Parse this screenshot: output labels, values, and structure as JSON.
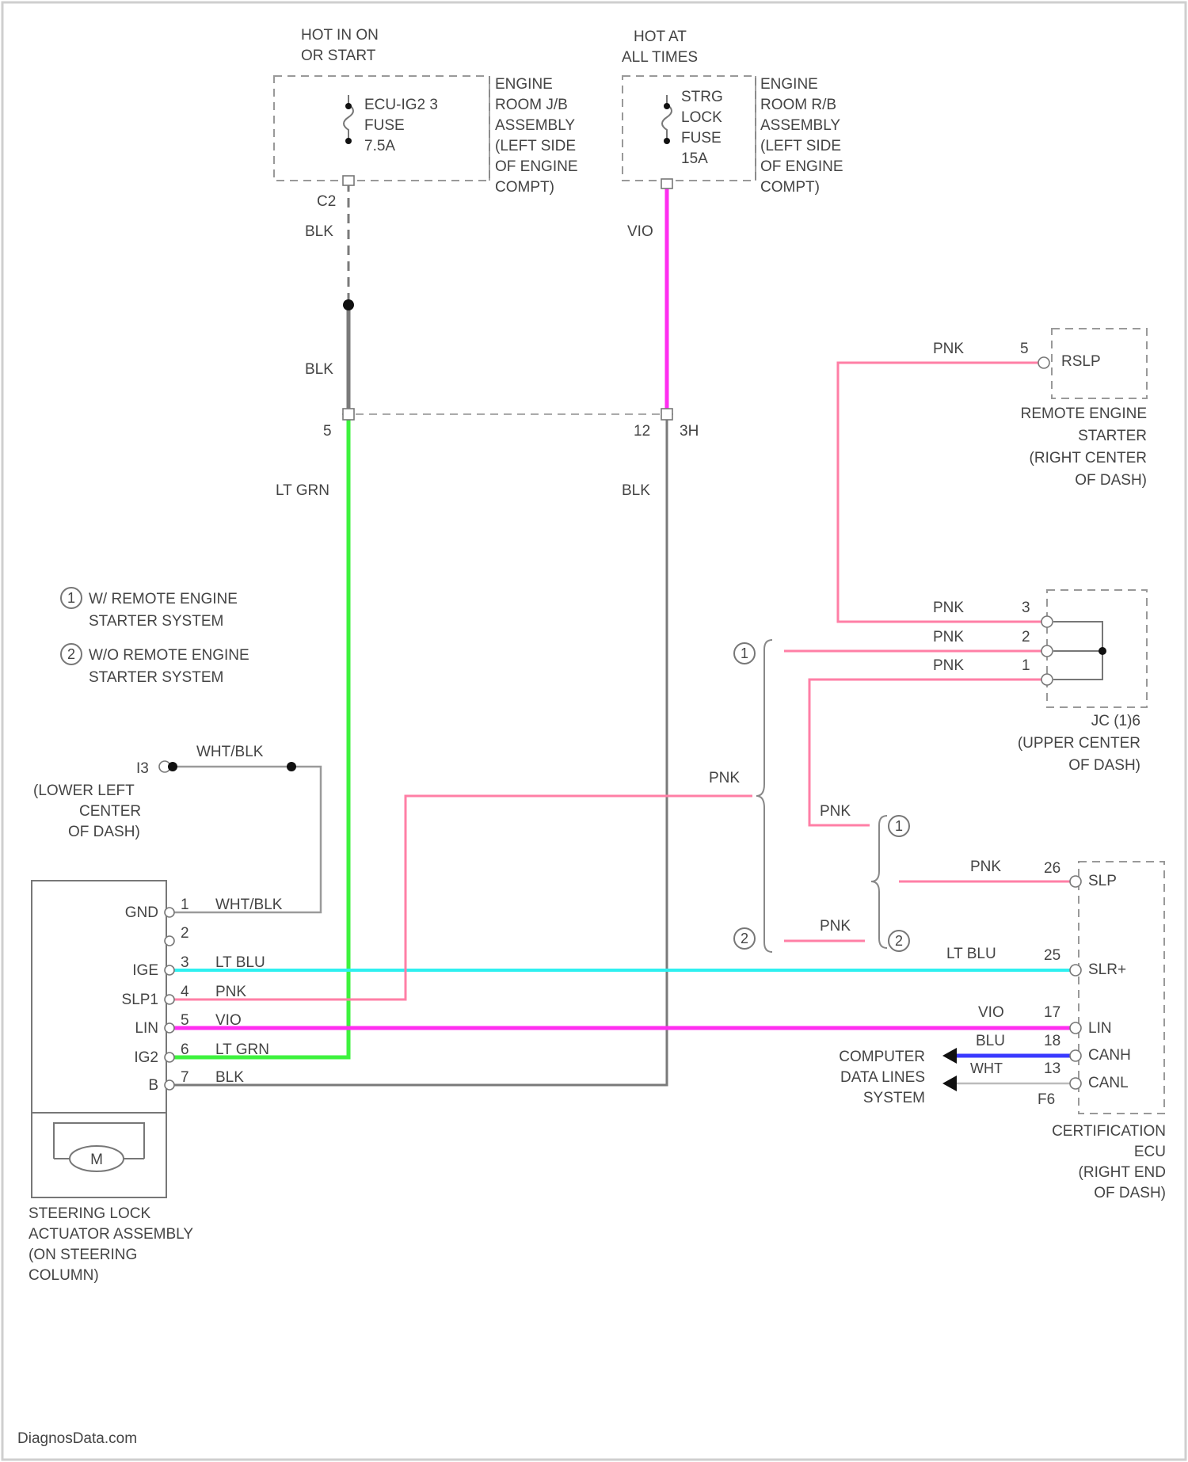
{
  "fuse_left": {
    "hot_line1": "HOT IN ON",
    "hot_line2": "OR START",
    "fuse_line1": "ECU-IG2 3",
    "fuse_line2": "FUSE",
    "fuse_line3": "7.5A",
    "box_line1": "ENGINE",
    "box_line2": "ROOM J/B",
    "box_line3": "ASSEMBLY",
    "box_line4": "(LEFT SIDE",
    "box_line5": "OF ENGINE",
    "box_line6": "COMPT)",
    "connector": "C2",
    "wire_upper": "BLK",
    "wire_lower": "BLK",
    "pin_at_junction": "5",
    "wire_after_junction": "LT GRN"
  },
  "fuse_right": {
    "hot_line1": "HOT AT",
    "hot_line2": "ALL TIMES",
    "fuse_line1": "STRG",
    "fuse_line2": "LOCK",
    "fuse_line3": "FUSE",
    "fuse_line4": "15A",
    "box_line1": "ENGINE",
    "box_line2": "ROOM R/B",
    "box_line3": "ASSEMBLY",
    "box_line4": "(LEFT SIDE",
    "box_line5": "OF ENGINE",
    "box_line6": "COMPT)",
    "wire": "VIO",
    "pin_at_junction": "12",
    "junction_label": "3H",
    "wire_after_junction": "BLK"
  },
  "remote_starter": {
    "wire": "PNK",
    "pin": "5",
    "term": "RSLP",
    "line1": "REMOTE ENGINE",
    "line2": "STARTER",
    "line3": "(RIGHT CENTER",
    "line4": "OF DASH)"
  },
  "legend": {
    "sym1": "1",
    "text1a": "W/ REMOTE ENGINE",
    "text1b": "STARTER SYSTEM",
    "sym2": "2",
    "text2a": "W/O REMOTE ENGINE",
    "text2b": "STARTER SYSTEM"
  },
  "jc": {
    "w3": "PNK",
    "p3": "3",
    "w2": "PNK",
    "p2": "2",
    "w1": "PNK",
    "p1": "1",
    "line1": "JC (1)6",
    "line2": "(UPPER CENTER",
    "line3": "OF DASH)"
  },
  "ground": {
    "id": "I3",
    "wire": "WHT/BLK",
    "line1": "(LOWER LEFT",
    "line2": "CENTER",
    "line3": "OF DASH)"
  },
  "options": {
    "sym_left_top": "1",
    "sym_left_bottom": "2",
    "sym_right_top": "1",
    "sym_right_bottom": "2",
    "pnk_main": "PNK",
    "pnk_right_top": "PNK",
    "pnk_right_mid": "PNK",
    "pnk_bottom": "PNK"
  },
  "actuator": {
    "terms": [
      "GND",
      "",
      "IGE",
      "SLP1",
      "LIN",
      "IG2",
      "B"
    ],
    "pins": [
      "1",
      "2",
      "3",
      "4",
      "5",
      "6",
      "7"
    ],
    "wires": [
      "WHT/BLK",
      "",
      "LT BLU",
      "PNK",
      "VIO",
      "LT GRN",
      "BLK"
    ],
    "motor": "M",
    "line1": "STEERING LOCK",
    "line2": "ACTUATOR ASSEMBLY",
    "line3": "(ON STEERING",
    "line4": "COLUMN)"
  },
  "cert_ecu": {
    "slp_pin": "26",
    "slp_term": "SLP",
    "slr_wire": "LT BLU",
    "slr_pin": "25",
    "slr_term": "SLR+",
    "lin_wire": "VIO",
    "lin_pin": "17",
    "lin_term": "LIN",
    "canh_wire": "BLU",
    "canh_pin": "18",
    "canh_term": "CANH",
    "canl_wire": "WHT",
    "canl_pin": "13",
    "canl_term": "CANL",
    "connector": "F6",
    "line1": "CERTIFICATION",
    "line2": "ECU",
    "line3": "(RIGHT END",
    "line4": "OF DASH)"
  },
  "data_lines": {
    "line1": "COMPUTER",
    "line2": "DATA LINES",
    "line3": "SYSTEM"
  },
  "watermark": "DiagnosData.com",
  "colors": {
    "blk": "#7a7a7a",
    "vio": "#ff2ef0",
    "lt_grn": "#3df23d",
    "lt_blu": "#2ef0f0",
    "pnk": "#ff7fa6",
    "blu": "#3a3aff",
    "wht_blk": "#9a9a9a"
  }
}
